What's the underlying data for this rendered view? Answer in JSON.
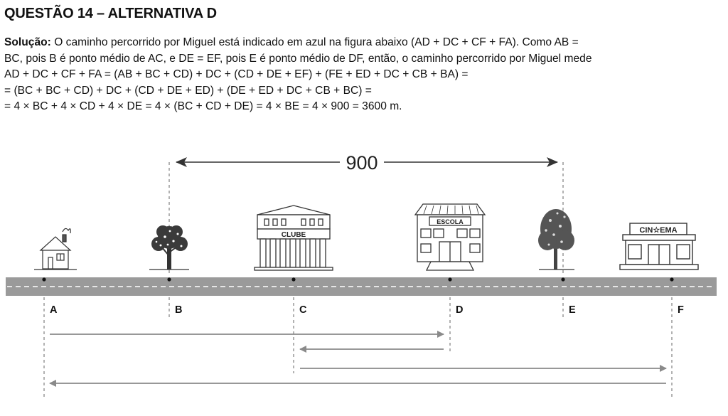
{
  "heading": "QUESTÃO 14 – ALTERNATIVA D",
  "solution": {
    "label": "Solução:",
    "line1_rest": " O caminho percorrido por Miguel está indicado em azul na figura abaixo (AD + DC + CF + FA). Como AB =",
    "line2": "BC, pois B é ponto médio de AC, e DE = EF, pois E é ponto médio de DF, então, o caminho percorrido por Miguel mede",
    "line3": "AD + DC + CF + FA = (AB + BC + CD) + DC + (CD + DE + EF) + (FE + ED + DC + CB + BA) =",
    "line4": "= (BC + BC + CD) + DC + (CD + DE + ED) + (DE + ED + DC + CB + BC) =",
    "line5": "= 4 × BC + 4 × CD + 4 × DE = 4 × (BC + CD + DE) = 4 × BE = 4 × 900 = 3600 m."
  },
  "figure": {
    "distance_label": "900",
    "points": [
      "A",
      "B",
      "C",
      "D",
      "E",
      "F"
    ],
    "sign_clube": "CLUBE",
    "sign_escola": "ESCOLA",
    "sign_cinema": "CIN☆EMA",
    "colors": {
      "road": "#9a9a9a",
      "road_dash": "#ffffff",
      "path_arrow": "#8a8a8a",
      "guide": "#666666"
    }
  }
}
